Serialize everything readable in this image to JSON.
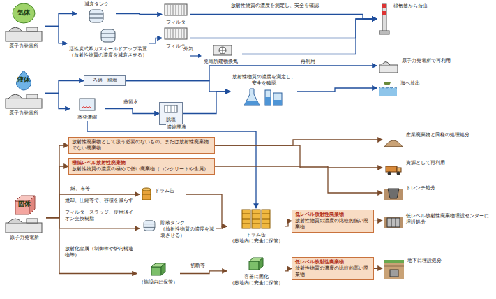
{
  "diagram": {
    "nodes": [
      {
        "text": [
          "原子力発電所"
        ]
      },
      {
        "text": [
          "気体"
        ],
        "in": 0
      },
      {
        "text": [
          "減衰タンク"
        ]
      },
      {
        "text": [
          "活性炭式希ガスホールドアップ装置",
          "（放射性物質の濃度を減衰させる）"
        ]
      },
      {
        "text": [
          "フィルタ"
        ]
      },
      {
        "text": [
          "フィルタ"
        ]
      },
      {
        "text": [
          "発電所建物換気"
        ]
      },
      {
        "text": [
          "排気筒から放出"
        ]
      },
      {
        "text": [
          "原子力発電所で再利用"
        ]
      },
      {
        "text": [
          "原子力発電所"
        ]
      },
      {
        "text": [
          "液体"
        ],
        "in": 9
      },
      {
        "text": [
          "ろ過・脱塩"
        ]
      },
      {
        "text": [
          "蒸発濃縮"
        ]
      },
      {
        "text": [
          "脱塩"
        ]
      },
      {
        "text": [
          "放射性物質の濃度を測定し、安全を確認"
        ]
      },
      {
        "text": [
          "海へ放出"
        ]
      },
      {
        "text": [
          "放射性廃棄物として扱う必要のないもの、または放射性廃棄物でない廃棄物"
        ]
      },
      {
        "text": [
          "極低レベル放射性廃棄物",
          "放射性物質の濃度の極めて低い廃棄物（コンクリートや金属）"
        ]
      },
      {
        "text": [
          "原子力発電所"
        ]
      },
      {
        "text": [
          "固体"
        ],
        "in": 18
      },
      {
        "text": [
          "ドラム缶"
        ]
      },
      {
        "text": [
          "貯蔵タンク",
          "（放射性物質の濃度を減衰させる）"
        ]
      },
      {
        "text": [
          "（施設内に保管）"
        ]
      },
      {
        "text": [
          "ドラム缶",
          "（敷地内に安全に保管）"
        ]
      },
      {
        "text": [
          "容器に固化",
          "（敷地内に安全に保管）"
        ]
      },
      {
        "text": [
          "低レベル放射性廃棄物",
          "放射性物質の濃度の比較的低い廃棄物"
        ]
      },
      {
        "text": [
          "低レベル放射性廃棄物",
          "放射性物質の濃度の比較的高い廃棄物"
        ]
      },
      {
        "text": [
          "産業廃棄物と同様の処理処分"
        ]
      },
      {
        "text": [
          "資源として再利用"
        ]
      },
      {
        "text": [
          "トレンチ処分"
        ]
      },
      {
        "text": [
          "低レベル放射性廃棄物埋設センターに埋設処分"
        ]
      },
      {
        "text": [
          "地下に埋設処分"
        ]
      }
    ],
    "edges": [
      {
        "from": 0,
        "to": 2,
        "arrow": "to"
      },
      {
        "from": 0,
        "to": 3,
        "arrow": "to"
      },
      {
        "from": 2,
        "to": 4,
        "arrow": "to"
      },
      {
        "from": 3,
        "to": 5,
        "arrow": "to"
      },
      {
        "from": 4,
        "to": 7,
        "label": "放射性物質の濃度を測定し、安全を確認",
        "arrow": "to"
      },
      {
        "from": 5,
        "to": 7,
        "arrow": "to"
      },
      {
        "from": 6,
        "to": 7,
        "arrow": "to"
      },
      {
        "from": 9,
        "to": 11,
        "arrow": "to"
      },
      {
        "from": 9,
        "to": 12,
        "arrow": "to"
      },
      {
        "from": 11,
        "to": 14,
        "arrow": "to"
      },
      {
        "from": 12,
        "to": 13,
        "label": "蒸留水",
        "arrow": "to"
      },
      {
        "from": 13,
        "to": 14,
        "arrow": "to"
      },
      {
        "from": 14,
        "to": 15,
        "arrow": "to"
      },
      {
        "from": 11,
        "to": 8,
        "label": "再利用",
        "arrow": "to"
      },
      {
        "from": 12,
        "to": 23,
        "label": "濃縮廃液",
        "arrow": "to"
      },
      {
        "from": 18,
        "to": 16,
        "arrow": "to"
      },
      {
        "from": 18,
        "to": 17,
        "arrow": "to"
      },
      {
        "from": 16,
        "to": 27,
        "arrow": "to"
      },
      {
        "from": 16,
        "to": 28,
        "arrow": "to"
      },
      {
        "from": 17,
        "to": 29,
        "arrow": "to"
      },
      {
        "from": 18,
        "to": 20,
        "label": "紙、布等",
        "arrow": "to"
      },
      {
        "from": 18,
        "to": 21,
        "label": "フィルタ・スラッジ、使用済イオン交換樹脂",
        "arrow": "to"
      },
      {
        "from": 18,
        "to": 22,
        "label": "放射化金属（制御棒や炉内構造物等）",
        "arrow": "to"
      },
      {
        "from": 20,
        "to": 23,
        "arrow": "to"
      },
      {
        "from": 21,
        "to": 23,
        "arrow": "to"
      },
      {
        "from": 22,
        "to": 24,
        "label": "切断等",
        "arrow": "to"
      },
      {
        "from": 23,
        "to": 25,
        "arrow": "to"
      },
      {
        "from": 24,
        "to": 26,
        "arrow": "to"
      },
      {
        "from": 25,
        "to": 30,
        "arrow": "to"
      },
      {
        "from": 26,
        "to": 31,
        "arrow": "to"
      }
    ],
    "labels": [
      "外気",
      "焼却、圧縮等で、容積を減らす"
    ]
  }
}
